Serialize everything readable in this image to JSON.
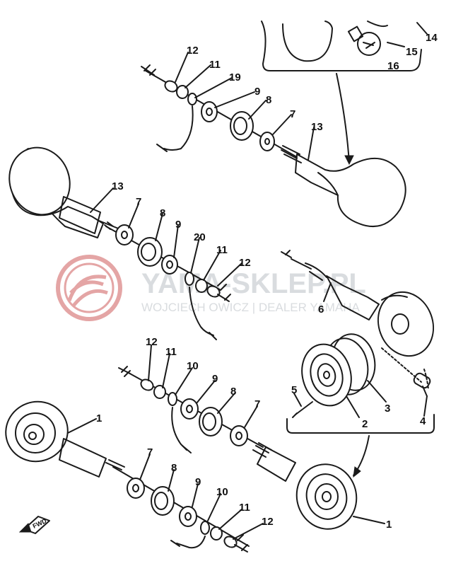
{
  "watermark": {
    "brand": "YAMA-SKLEP.PL",
    "subtitle": "WOJCIECH OWICZ | DEALER YAMAHA",
    "color_logo": "#e4a5a5",
    "color_text": "#d9dcdf"
  },
  "direction_marker": "FWD",
  "part_numbers": {
    "n1a": "1",
    "n1b": "1",
    "n2": "2",
    "n3": "3",
    "n4": "4",
    "n5": "5",
    "n6": "6",
    "n7a": "7",
    "n7b": "7",
    "n7c": "7",
    "n7d": "7",
    "n8a": "8",
    "n8b": "8",
    "n8c": "8",
    "n8d": "8",
    "n9a": "9",
    "n9b": "9",
    "n9c": "9",
    "n9d": "9",
    "n10a": "10",
    "n10b": "10",
    "n11a": "11",
    "n11b": "11",
    "n11c": "11",
    "n11d": "11",
    "n12a": "12",
    "n12b": "12",
    "n12c": "12",
    "n12d": "12",
    "n13a": "13",
    "n13b": "13",
    "n14": "14",
    "n15": "15",
    "n16": "16",
    "n19": "19",
    "n20": "20"
  },
  "colors": {
    "ink": "#1a1a1a",
    "background": "#ffffff"
  }
}
